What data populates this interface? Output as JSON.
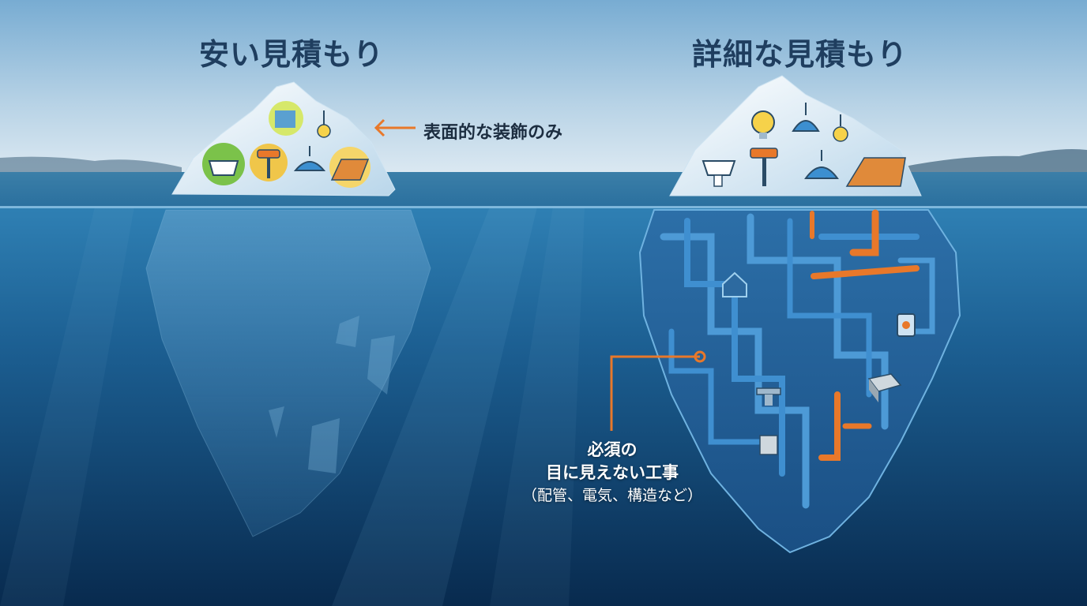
{
  "titles": {
    "left": "安い見積もり",
    "right": "詳細な見積もり"
  },
  "annotations": {
    "surface_note": "表面的な装飾のみ",
    "hidden_line1": "必須の",
    "hidden_line2": "目に見えない工事",
    "hidden_line3": "（配管、電気、構造など）"
  },
  "icons": {
    "left_above_water": [
      "sink-icon",
      "paint-roller-icon",
      "pendant-lamp-icon",
      "light-bulb-icon",
      "wood-floor-icon",
      "wallpaper-swatch-icon"
    ],
    "right_above_water": [
      "sink-icon",
      "paint-roller-icon",
      "pendant-lamp-icon",
      "light-bulb-icon",
      "wood-floor-icon"
    ],
    "right_below_water": [
      "pipe-network-icon",
      "house-icon",
      "electrical-outlet-icon",
      "concrete-block-icon",
      "steel-beam-icon",
      "insulation-icon"
    ]
  },
  "colors": {
    "sky_top": "#7fb3d6",
    "sky_bottom": "#d9e8f2",
    "water_top": "#2f7fb5",
    "water_deep": "#0a2f55",
    "accent_orange": "#e8782a",
    "pipe_blue": "#3f8fd0",
    "title_color": "#1f3e5f"
  }
}
